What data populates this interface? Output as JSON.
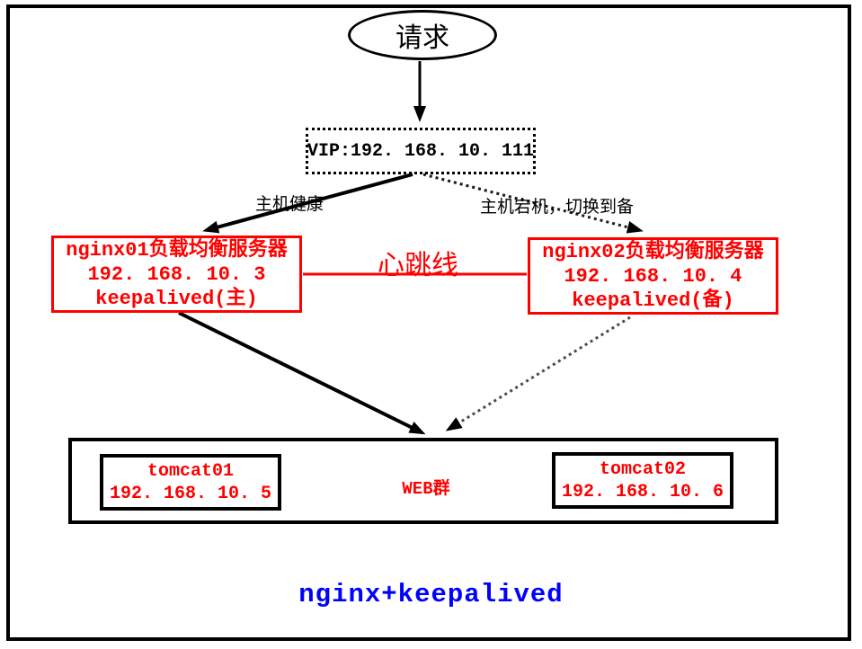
{
  "diagram": {
    "request": {
      "label": "请求"
    },
    "vip": {
      "label": "VIP:192. 168. 10. 111"
    },
    "edges": {
      "healthy_label": "主机健康",
      "failover_label": "主机宕机，切换到备",
      "heartbeat_label": "心跳线"
    },
    "nginx01": {
      "name": "nginx01负载均衡服务器",
      "ip": "192. 168. 10. 3",
      "role": "keepalived(主)"
    },
    "nginx02": {
      "name": "nginx02负载均衡服务器",
      "ip": "192. 168. 10. 4",
      "role": "keepalived(备)"
    },
    "web_cluster": {
      "label": "WEB群",
      "tomcat01": {
        "name": "tomcat01",
        "ip": "192. 168. 10. 5"
      },
      "tomcat02": {
        "name": "tomcat02",
        "ip": "192. 168. 10. 6"
      }
    },
    "title": "nginx+keepalived",
    "colors": {
      "node_accent": "#ff0000",
      "title": "#0000ff",
      "line": "#000000"
    }
  }
}
